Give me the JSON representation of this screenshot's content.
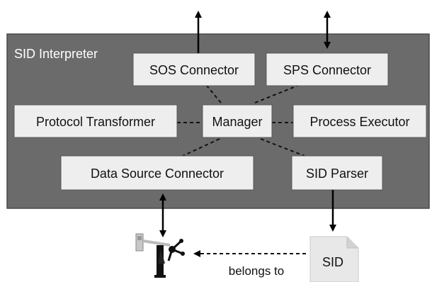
{
  "container": {
    "title": "SID Interpreter"
  },
  "components": {
    "sos_connector": "SOS Connector",
    "sps_connector": "SPS Connector",
    "protocol_transformer": "Protocol Transformer",
    "manager": "Manager",
    "process_executor": "Process Executor",
    "data_source_connector": "Data Source Connector",
    "sid_parser": "SID Parser"
  },
  "document": {
    "label": "SID"
  },
  "relation": {
    "label": "belongs to"
  },
  "icons": {
    "sensor": "weather-station-icon",
    "document": "document-icon"
  },
  "colors": {
    "container": "#6b6b6b",
    "component": "#eeeeee"
  }
}
